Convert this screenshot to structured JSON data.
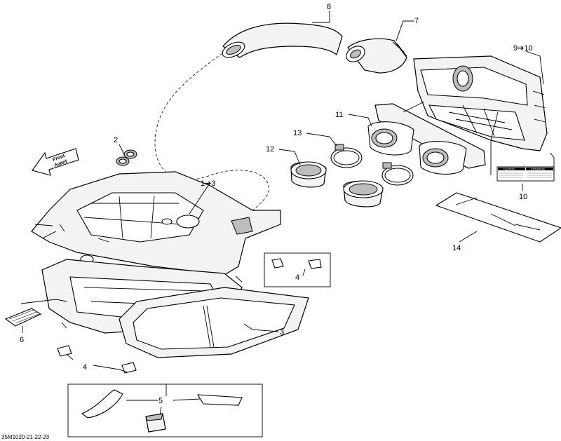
{
  "diagram": {
    "callouts": {
      "c1": "1➔3",
      "c2": "2",
      "c3": "3",
      "c4a": "4",
      "c4b": "4",
      "c5": "5",
      "c6": "6",
      "c7": "7",
      "c8": "8",
      "c9": "9➔10",
      "c10": "10",
      "c11": "11",
      "c12": "12",
      "c13": "13",
      "c14": "14"
    },
    "front_arrow": {
      "line1": "Front",
      "line2": "Avant"
    },
    "decal": {
      "left_heading": "CAUTION",
      "right_heading": "ATTENTION"
    },
    "drawing_code": "35M1020-21-22-23"
  }
}
